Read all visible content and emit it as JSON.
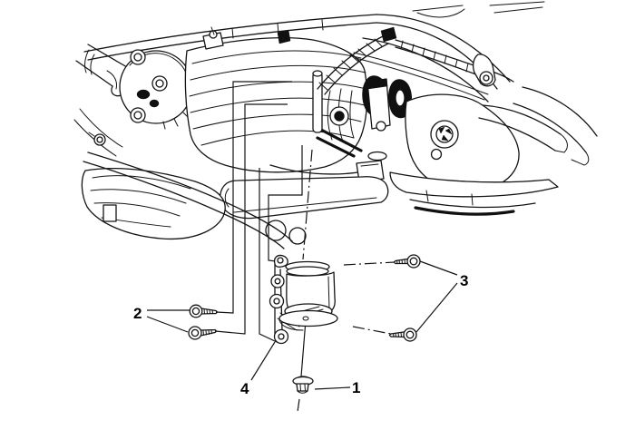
{
  "diagram": {
    "title": "rear-transmission-mount-exploded-view",
    "background_color": "#ffffff",
    "line_color": "#141414",
    "callouts": [
      {
        "label": "1"
      },
      {
        "label": "2"
      },
      {
        "label": "3"
      },
      {
        "label": "4"
      }
    ]
  }
}
